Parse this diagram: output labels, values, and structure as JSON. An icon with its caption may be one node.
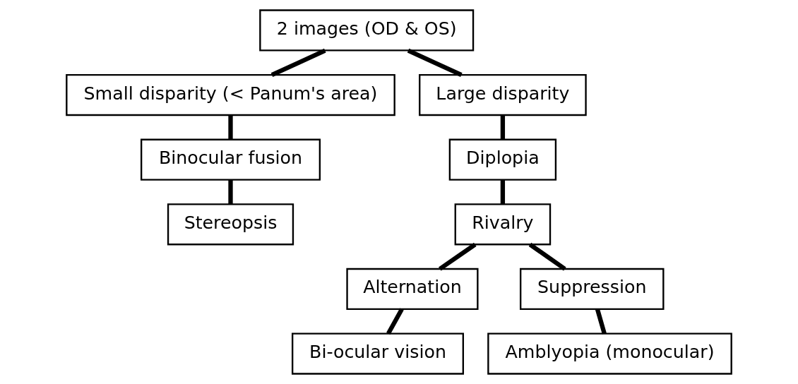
{
  "diagram": {
    "nodes": [
      {
        "text": [
          "2 images (OD & OS)"
        ]
      },
      {
        "text": [
          "Small disparity (< Panum's area)"
        ]
      },
      {
        "text": [
          "Large disparity"
        ]
      },
      {
        "text": [
          "Binocular fusion"
        ]
      },
      {
        "text": [
          "Diplopia"
        ]
      },
      {
        "text": [
          "Rivalry"
        ]
      },
      {
        "text": [
          "Stereopsis"
        ]
      },
      {
        "text": [
          "Alternation"
        ]
      },
      {
        "text": [
          "Suppression"
        ]
      },
      {
        "text": [
          "Bi-ocular vision"
        ]
      },
      {
        "text": [
          "Amblyopia (monocular)"
        ]
      }
    ],
    "edges": [
      {
        "from": 0,
        "to": 1,
        "arrow": "none"
      },
      {
        "from": 0,
        "to": 2,
        "arrow": "none"
      },
      {
        "from": 1,
        "to": 3,
        "arrow": "none"
      },
      {
        "from": 3,
        "to": 6,
        "arrow": "none"
      },
      {
        "from": 2,
        "to": 4,
        "arrow": "none"
      },
      {
        "from": 4,
        "to": 5,
        "arrow": "none"
      },
      {
        "from": 5,
        "to": 7,
        "arrow": "none"
      },
      {
        "from": 5,
        "to": 8,
        "arrow": "none"
      },
      {
        "from": 7,
        "to": 9,
        "arrow": "none"
      },
      {
        "from": 8,
        "to": 10,
        "arrow": "none"
      }
    ]
  }
}
